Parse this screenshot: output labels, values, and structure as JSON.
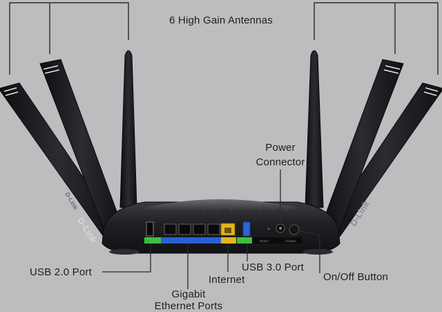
{
  "diagram": {
    "title": "6 High Gain Antennas",
    "brand": "D-Link",
    "callouts": {
      "power_connector": [
        "Power",
        "Connector"
      ],
      "usb2": "USB 2.0 Port",
      "gigabit": [
        "Gigabit",
        "Ethernet Ports"
      ],
      "internet": "Internet",
      "usb3": "USB 3.0 Port",
      "onoff": "On/Off Button"
    },
    "panel_labels": {
      "reset": "RESET",
      "power": "POWER"
    }
  },
  "colors": {
    "background": "#bcbdbf",
    "router_body": "#1b1c1e",
    "antenna": "#17181a",
    "leader_line": "#2a2a2a",
    "port_green": "#39c23c",
    "port_blue": "#2a5fd6",
    "port_yellow": "#e3b51c",
    "usb3_blue": "#2f64d8"
  },
  "icons": [
    "usb-icon",
    "power-icon"
  ]
}
